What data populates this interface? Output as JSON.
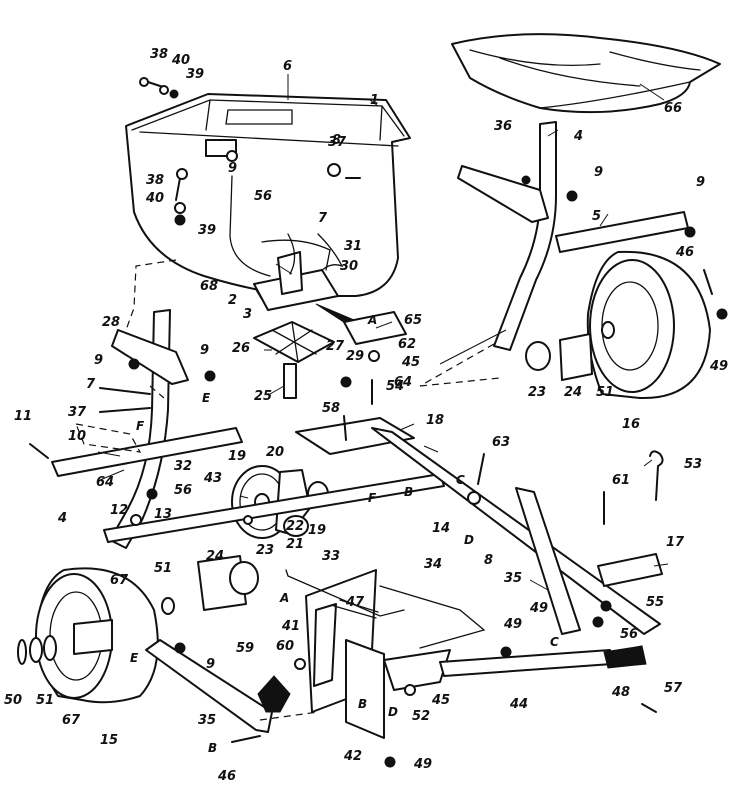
{
  "diagram": {
    "callouts": [
      {
        "id": "c1",
        "label": "1"
      },
      {
        "id": "c2",
        "label": "2"
      },
      {
        "id": "c3",
        "label": "3"
      },
      {
        "id": "c4a",
        "label": "4"
      },
      {
        "id": "c4b",
        "label": "4"
      },
      {
        "id": "c5",
        "label": "5"
      },
      {
        "id": "c6",
        "label": "6"
      },
      {
        "id": "c7a",
        "label": "7"
      },
      {
        "id": "c7b",
        "label": "7"
      },
      {
        "id": "c8a",
        "label": "8"
      },
      {
        "id": "c8b",
        "label": "8"
      },
      {
        "id": "c9a",
        "label": "9"
      },
      {
        "id": "c9b",
        "label": "9"
      },
      {
        "id": "c9c",
        "label": "9"
      },
      {
        "id": "c9d",
        "label": "9"
      },
      {
        "id": "c9e",
        "label": "9"
      },
      {
        "id": "c9f",
        "label": "9"
      },
      {
        "id": "c10",
        "label": "10"
      },
      {
        "id": "c11",
        "label": "11"
      },
      {
        "id": "c12",
        "label": "12"
      },
      {
        "id": "c13",
        "label": "13"
      },
      {
        "id": "c14",
        "label": "14"
      },
      {
        "id": "c15",
        "label": "15"
      },
      {
        "id": "c16",
        "label": "16"
      },
      {
        "id": "c17",
        "label": "17"
      },
      {
        "id": "c18",
        "label": "18"
      },
      {
        "id": "c19a",
        "label": "19"
      },
      {
        "id": "c19b",
        "label": "19"
      },
      {
        "id": "c20",
        "label": "20"
      },
      {
        "id": "c21",
        "label": "21"
      },
      {
        "id": "c22",
        "label": "22"
      },
      {
        "id": "c23a",
        "label": "23"
      },
      {
        "id": "c23b",
        "label": "23"
      },
      {
        "id": "c24a",
        "label": "24"
      },
      {
        "id": "c24b",
        "label": "24"
      },
      {
        "id": "c25",
        "label": "25"
      },
      {
        "id": "c26",
        "label": "26"
      },
      {
        "id": "c27",
        "label": "27"
      },
      {
        "id": "c28",
        "label": "28"
      },
      {
        "id": "c29",
        "label": "29"
      },
      {
        "id": "c30",
        "label": "30"
      },
      {
        "id": "c31",
        "label": "31"
      },
      {
        "id": "c32",
        "label": "32"
      },
      {
        "id": "c33",
        "label": "33"
      },
      {
        "id": "c34",
        "label": "34"
      },
      {
        "id": "c35a",
        "label": "35"
      },
      {
        "id": "c35b",
        "label": "35"
      },
      {
        "id": "c36",
        "label": "36"
      },
      {
        "id": "c37a",
        "label": "37"
      },
      {
        "id": "c37b",
        "label": "37"
      },
      {
        "id": "c38a",
        "label": "38"
      },
      {
        "id": "c38b",
        "label": "38"
      },
      {
        "id": "c39a",
        "label": "39"
      },
      {
        "id": "c39b",
        "label": "39"
      },
      {
        "id": "c40a",
        "label": "40"
      },
      {
        "id": "c40b",
        "label": "40"
      },
      {
        "id": "c41",
        "label": "41"
      },
      {
        "id": "c42",
        "label": "42"
      },
      {
        "id": "c43",
        "label": "43"
      },
      {
        "id": "c44",
        "label": "44"
      },
      {
        "id": "c45a",
        "label": "45"
      },
      {
        "id": "c45b",
        "label": "45"
      },
      {
        "id": "c46a",
        "label": "46"
      },
      {
        "id": "c46b",
        "label": "46"
      },
      {
        "id": "c47",
        "label": "47"
      },
      {
        "id": "c48",
        "label": "48"
      },
      {
        "id": "c49a",
        "label": "49"
      },
      {
        "id": "c49b",
        "label": "49"
      },
      {
        "id": "c49c",
        "label": "49"
      },
      {
        "id": "c49d",
        "label": "49"
      },
      {
        "id": "c50",
        "label": "50"
      },
      {
        "id": "c51a",
        "label": "51"
      },
      {
        "id": "c51b",
        "label": "51"
      },
      {
        "id": "c51c",
        "label": "51"
      },
      {
        "id": "c52",
        "label": "52"
      },
      {
        "id": "c53",
        "label": "53"
      },
      {
        "id": "c54",
        "label": "54"
      },
      {
        "id": "c55",
        "label": "55"
      },
      {
        "id": "c56a",
        "label": "56"
      },
      {
        "id": "c56b",
        "label": "56"
      },
      {
        "id": "c56c",
        "label": "56"
      },
      {
        "id": "c57",
        "label": "57"
      },
      {
        "id": "c58",
        "label": "58"
      },
      {
        "id": "c59",
        "label": "59"
      },
      {
        "id": "c60",
        "label": "60"
      },
      {
        "id": "c61",
        "label": "61"
      },
      {
        "id": "c62",
        "label": "62"
      },
      {
        "id": "c63",
        "label": "63"
      },
      {
        "id": "c64a",
        "label": "64"
      },
      {
        "id": "c64b",
        "label": "64"
      },
      {
        "id": "c65",
        "label": "65"
      },
      {
        "id": "c66",
        "label": "66"
      },
      {
        "id": "c67a",
        "label": "67"
      },
      {
        "id": "c67b",
        "label": "67"
      },
      {
        "id": "c68",
        "label": "68"
      }
    ],
    "letters": [
      {
        "id": "lA1",
        "label": "A"
      },
      {
        "id": "lA2",
        "label": "A"
      },
      {
        "id": "lB1",
        "label": "B"
      },
      {
        "id": "lB2",
        "label": "B"
      },
      {
        "id": "lB3",
        "label": "B"
      },
      {
        "id": "lC1",
        "label": "C"
      },
      {
        "id": "lC2",
        "label": "C"
      },
      {
        "id": "lD1",
        "label": "D"
      },
      {
        "id": "lD2",
        "label": "D"
      },
      {
        "id": "lE1",
        "label": "E"
      },
      {
        "id": "lE2",
        "label": "E"
      },
      {
        "id": "lF1",
        "label": "F"
      },
      {
        "id": "lF2",
        "label": "F"
      }
    ]
  }
}
